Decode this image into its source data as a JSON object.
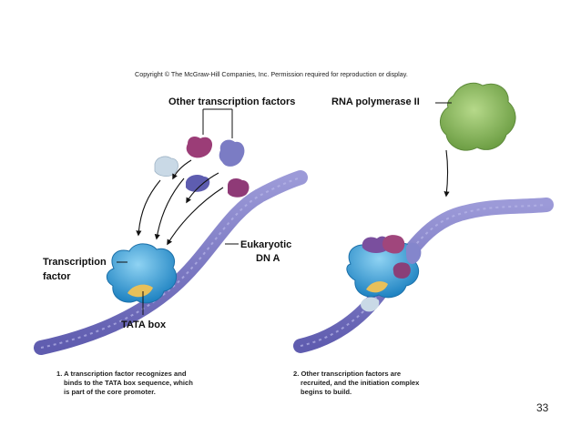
{
  "copyright": "Copyright © The McGraw-Hill Companies, Inc. Permission required for reproduction or display.",
  "labels": {
    "other_tf": "Other transcription factors",
    "rna_pol": "RNA polymerase II",
    "tf_line1": "Transcription",
    "tf_line2": "factor",
    "dna_line1": "Eukaryotic",
    "dna_line2": "DN A",
    "tata": "TATA box"
  },
  "captions": {
    "step1": [
      "1. A transcription factor recognizes and",
      "binds to the TATA box sequence, which",
      "is part of the core promoter."
    ],
    "step2": [
      "2. Other transcription factors are",
      "recruited, and the initiation complex",
      "begins to build."
    ]
  },
  "page_number": "33",
  "colors": {
    "dna": "#7e7cc8",
    "tf_blue": "#3aa4dc",
    "tata": "#e8c05a",
    "rna_pol": "#8fbf5e",
    "magenta": "#9b3d77",
    "lavender": "#7b7cc4",
    "pale": "#c9d9e6"
  }
}
